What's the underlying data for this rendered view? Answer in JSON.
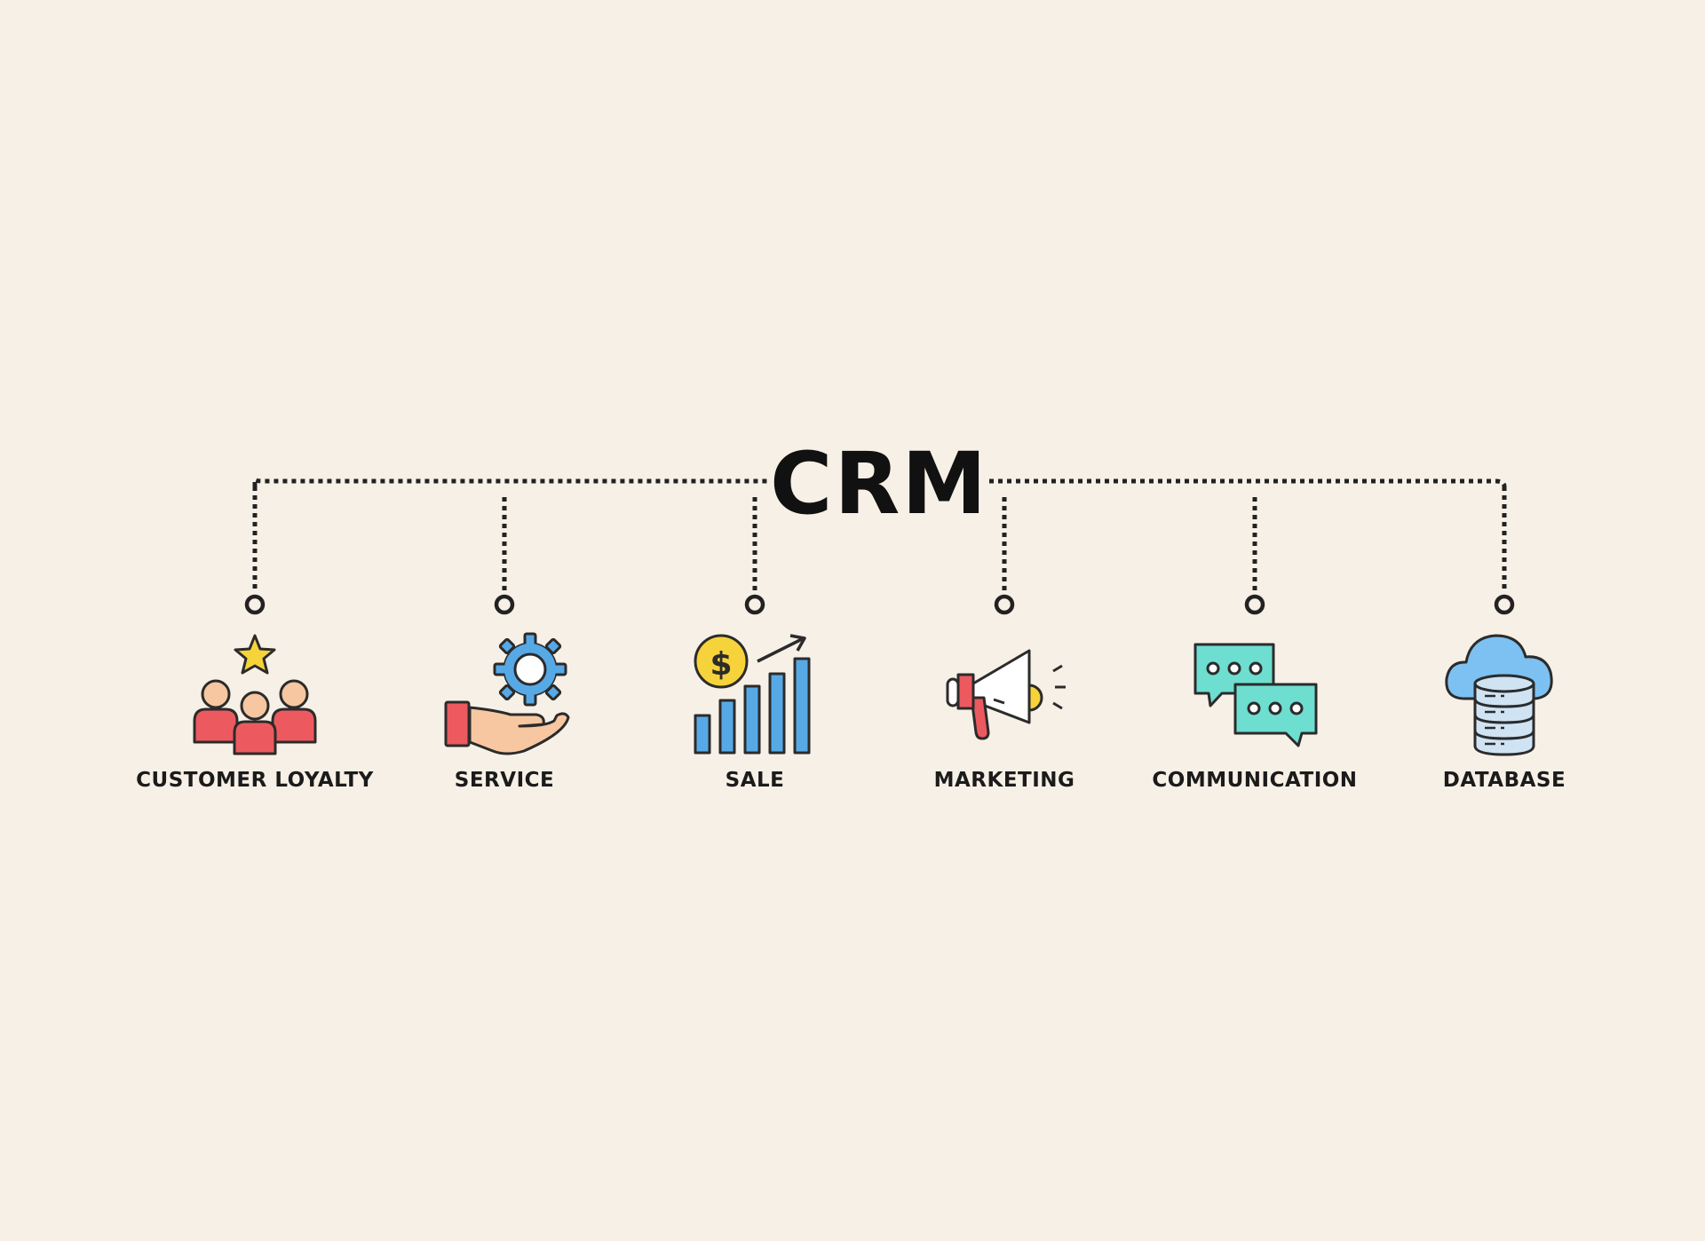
{
  "title": "CRM",
  "items": [
    {
      "label": "CUSTOMER LOYALTY",
      "icon": "customer-loyalty-icon"
    },
    {
      "label": "SERVICE",
      "icon": "service-icon"
    },
    {
      "label": "SALE",
      "icon": "sale-icon"
    },
    {
      "label": "MARKETING",
      "icon": "marketing-icon"
    },
    {
      "label": "COMMUNICATION",
      "icon": "communication-icon"
    },
    {
      "label": "DATABASE",
      "icon": "database-icon"
    }
  ],
  "colors": {
    "background": "#f7f0e6",
    "ink": "#222222",
    "red": "#ec5a5f",
    "skin": "#f6c7a0",
    "yellow": "#f6d33a",
    "blue": "#57a9e6",
    "teal": "#6dded0",
    "light_blue": "#cfe3f3"
  }
}
